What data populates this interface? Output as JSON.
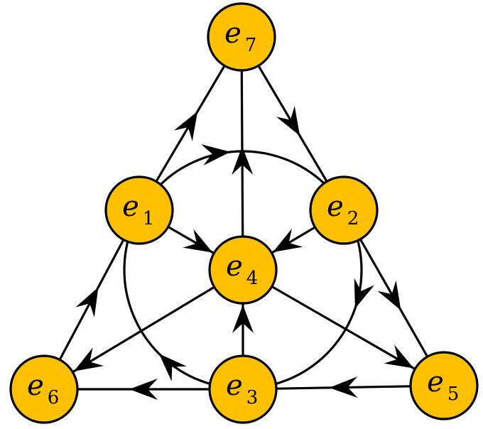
{
  "diagram": {
    "title": "",
    "node_color": "#FFC000",
    "line_color": "#000000",
    "nodes": [
      {
        "id": "e1",
        "letter": "e",
        "index": "1"
      },
      {
        "id": "e2",
        "letter": "e",
        "index": "2"
      },
      {
        "id": "e3",
        "letter": "e",
        "index": "3"
      },
      {
        "id": "e4",
        "letter": "e",
        "index": "4"
      },
      {
        "id": "e5",
        "letter": "e",
        "index": "5"
      },
      {
        "id": "e6",
        "letter": "e",
        "index": "6"
      },
      {
        "id": "e7",
        "letter": "e",
        "index": "7"
      }
    ],
    "directed_edges": [
      {
        "from": "e1",
        "to": "e7"
      },
      {
        "from": "e7",
        "to": "e2"
      },
      {
        "from": "e2",
        "to": "e5"
      },
      {
        "from": "e5",
        "to": "e3"
      },
      {
        "from": "e3",
        "to": "e6"
      },
      {
        "from": "e6",
        "to": "e1"
      },
      {
        "from": "e4",
        "to": "e7"
      },
      {
        "from": "e3",
        "to": "e4"
      },
      {
        "from": "e1",
        "to": "e4"
      },
      {
        "from": "e2",
        "to": "e4"
      },
      {
        "from": "e4",
        "to": "e5"
      },
      {
        "from": "e4",
        "to": "e6"
      }
    ],
    "circle_cycle": [
      "e1",
      "e2",
      "e3"
    ]
  }
}
